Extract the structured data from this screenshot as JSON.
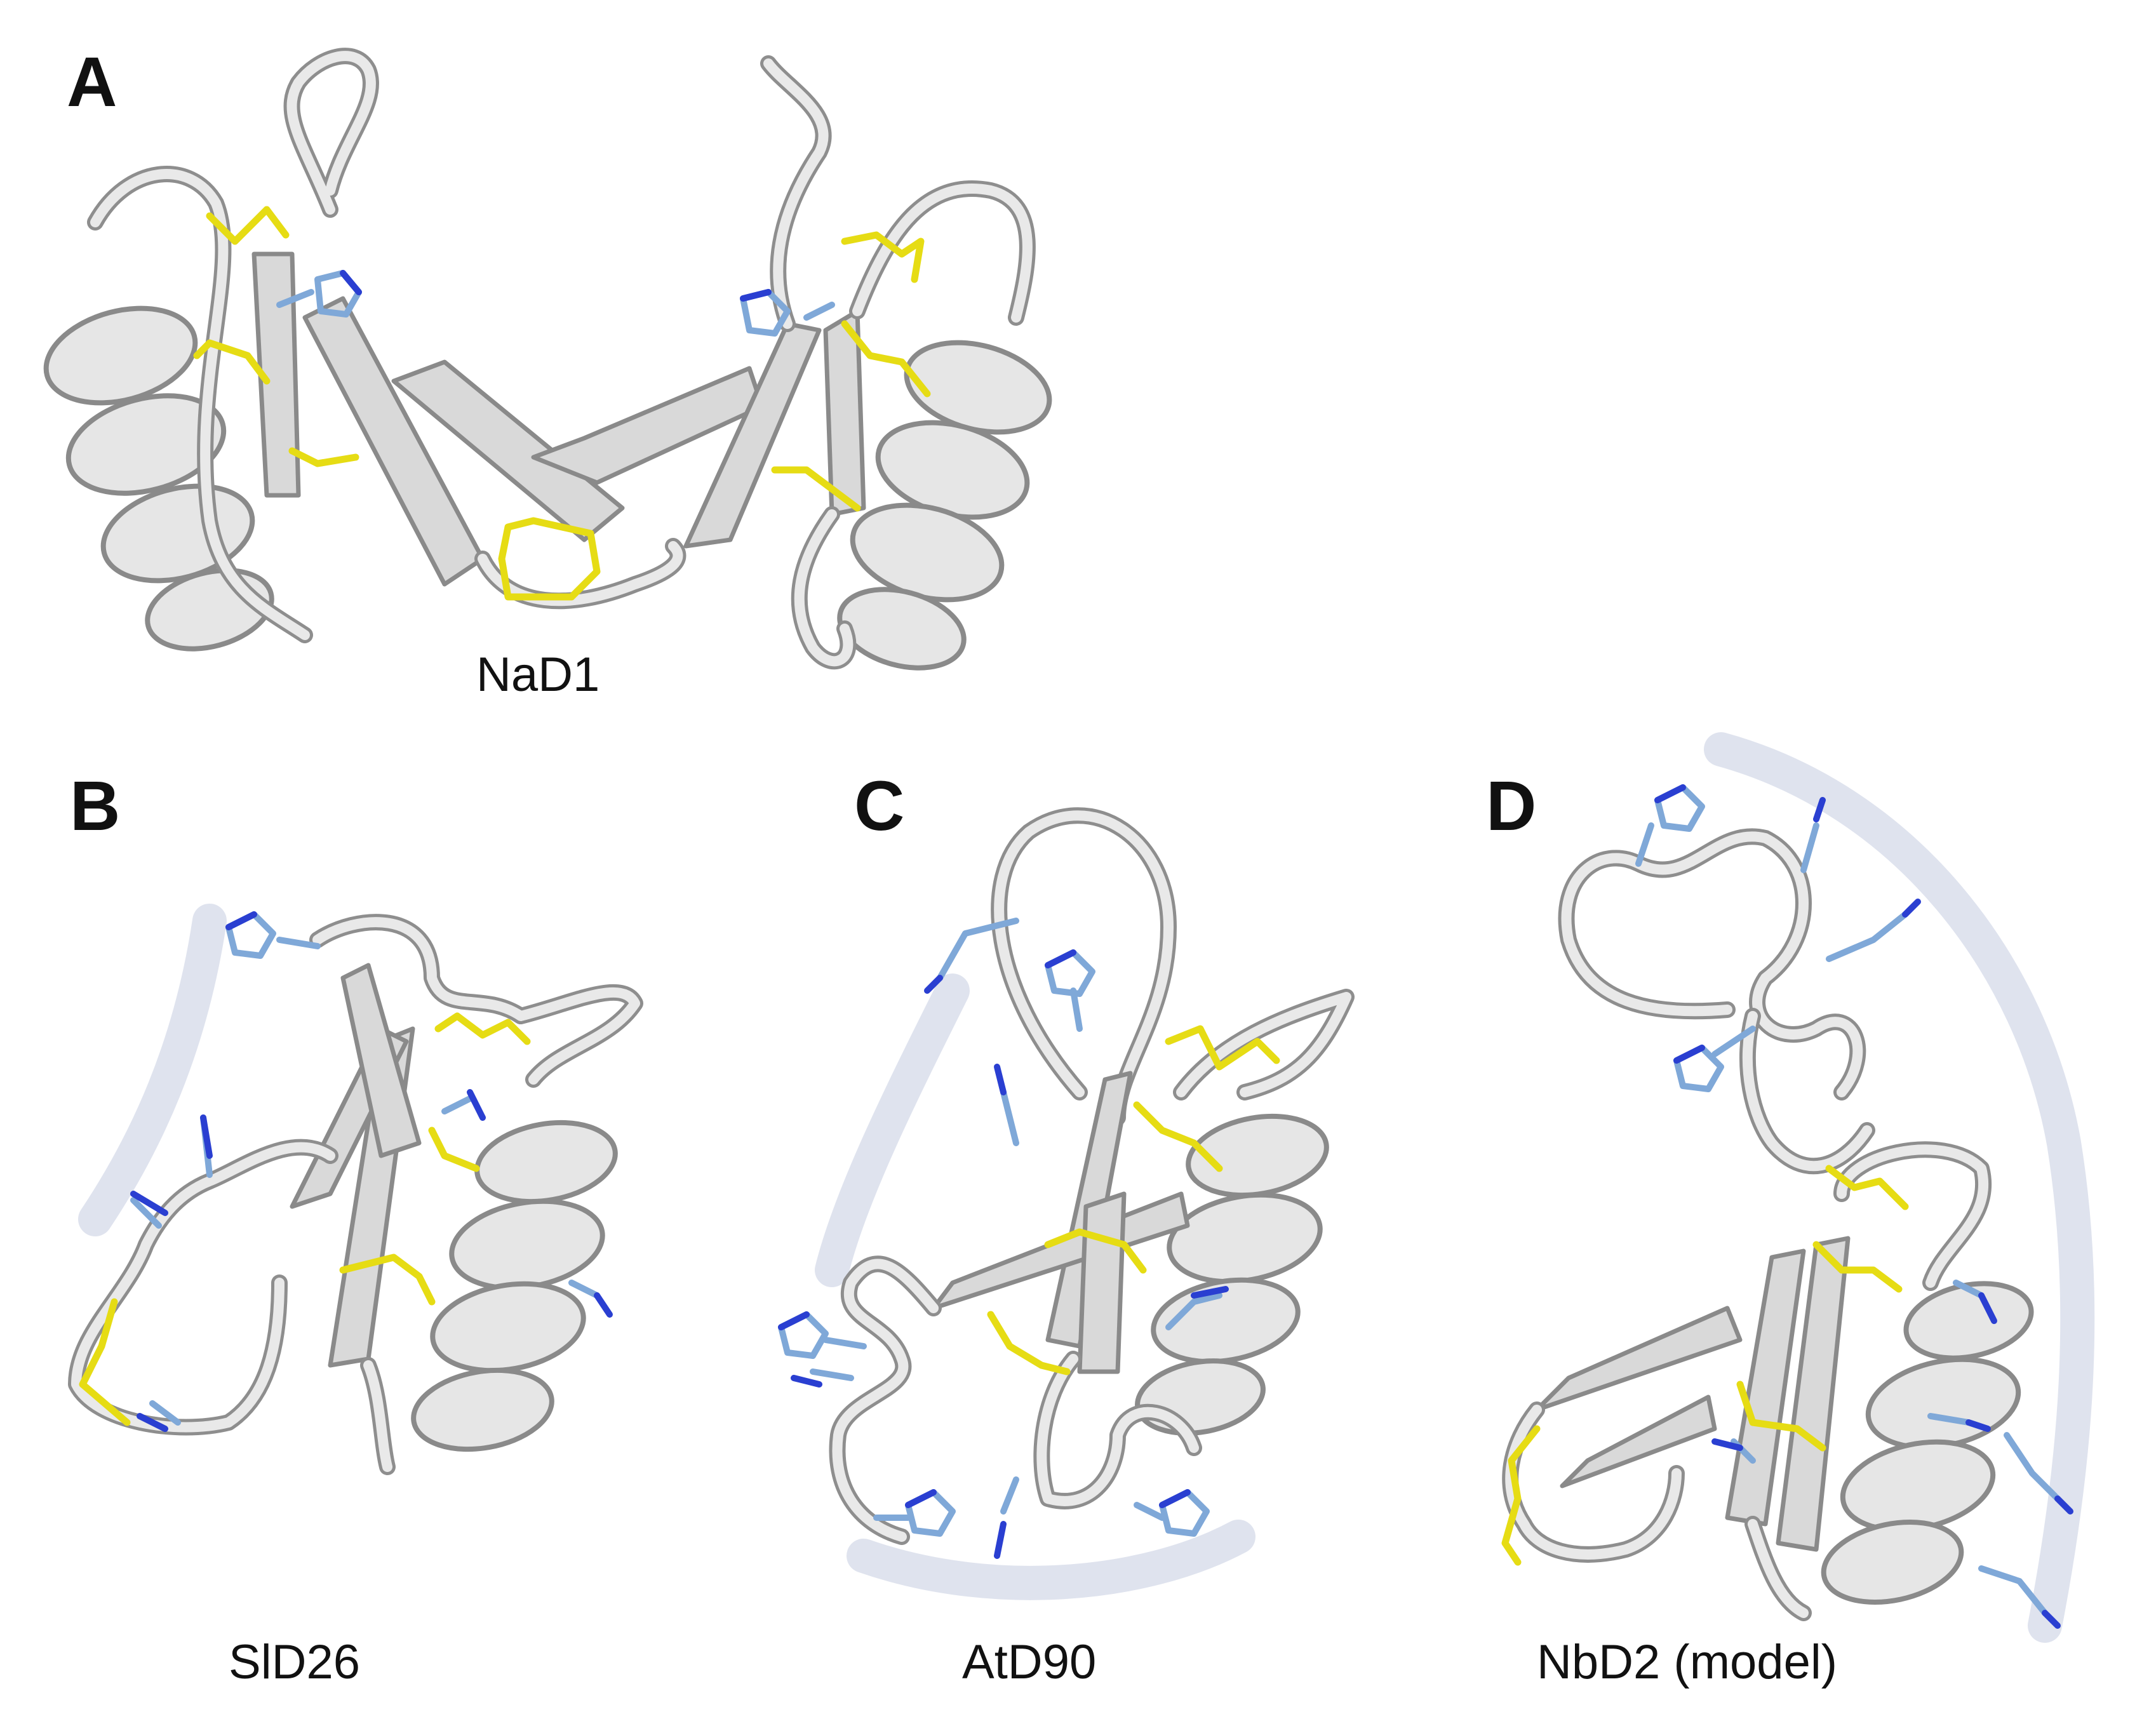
{
  "panels": [
    {
      "letter": "A",
      "caption": "NaD1"
    },
    {
      "letter": "B",
      "caption": "SlD26"
    },
    {
      "letter": "C",
      "caption": "AtD90"
    },
    {
      "letter": "D",
      "caption": "NbD2 (model)"
    }
  ],
  "colors": {
    "backbone": "#e9e9e9",
    "disulfide": "#e6dc14",
    "histidine": "#7fa8d8",
    "nitrogen": "#2a3fd1",
    "halo": "#dfe3ee"
  }
}
